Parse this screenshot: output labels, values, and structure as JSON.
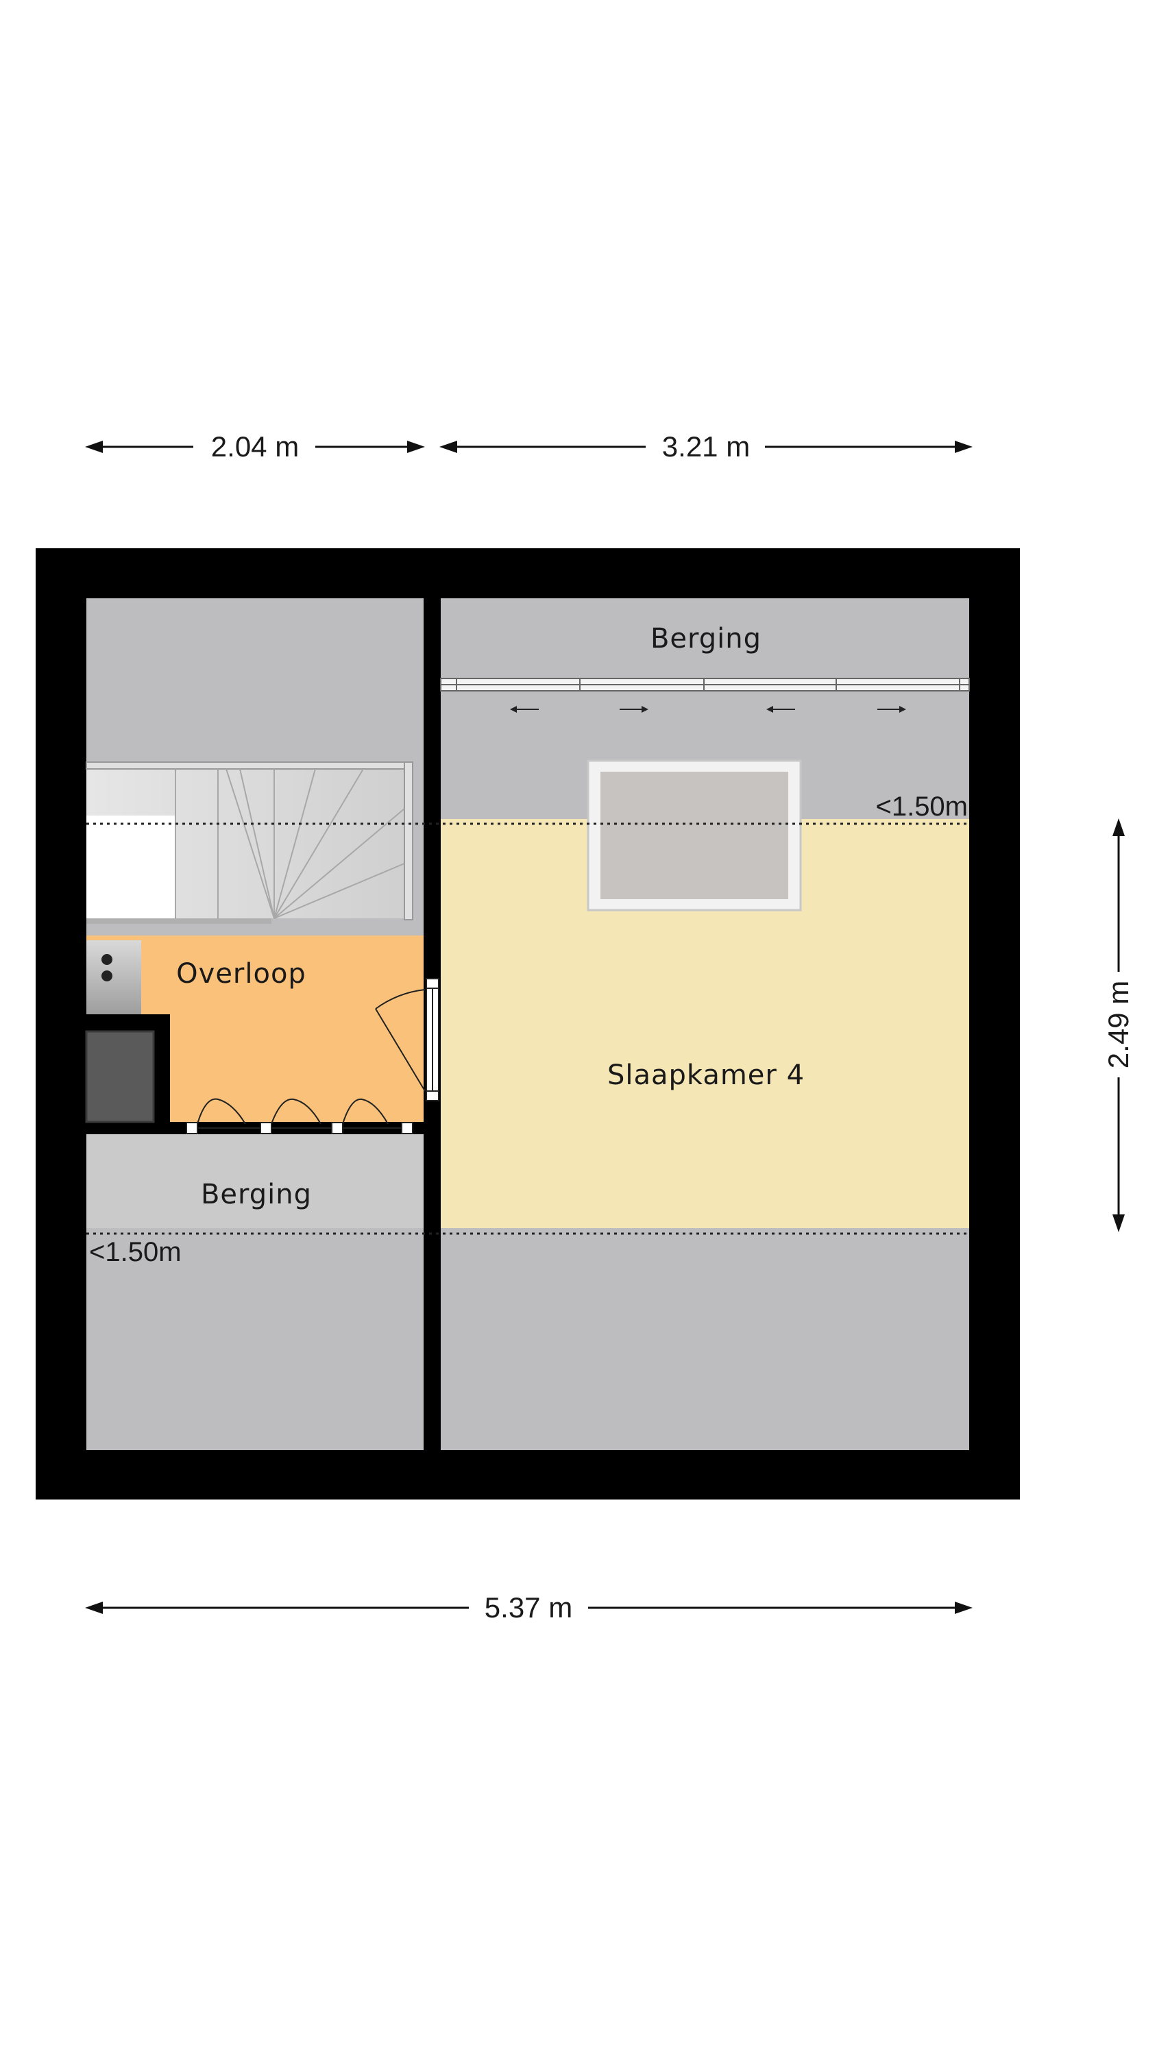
{
  "dimensions": {
    "top_left": "2.04 m",
    "top_right": "3.21 m",
    "right": "2.49 m",
    "bottom": "5.37 m"
  },
  "rooms": {
    "berging_top": "Berging",
    "overloop": "Overloop",
    "slaapkamer": "Slaapkamer 4",
    "berging_bottom": "Berging"
  },
  "notes": {
    "height_right": "<1.50m",
    "height_left": "<1.50m"
  },
  "colors": {
    "wall": "#000000",
    "low_ceiling_area": "#bdbcbe",
    "overloop_floor": "#fac17a",
    "slaapkamer_floor": "#f5e6b6",
    "berging_floor": "#cacaca"
  }
}
